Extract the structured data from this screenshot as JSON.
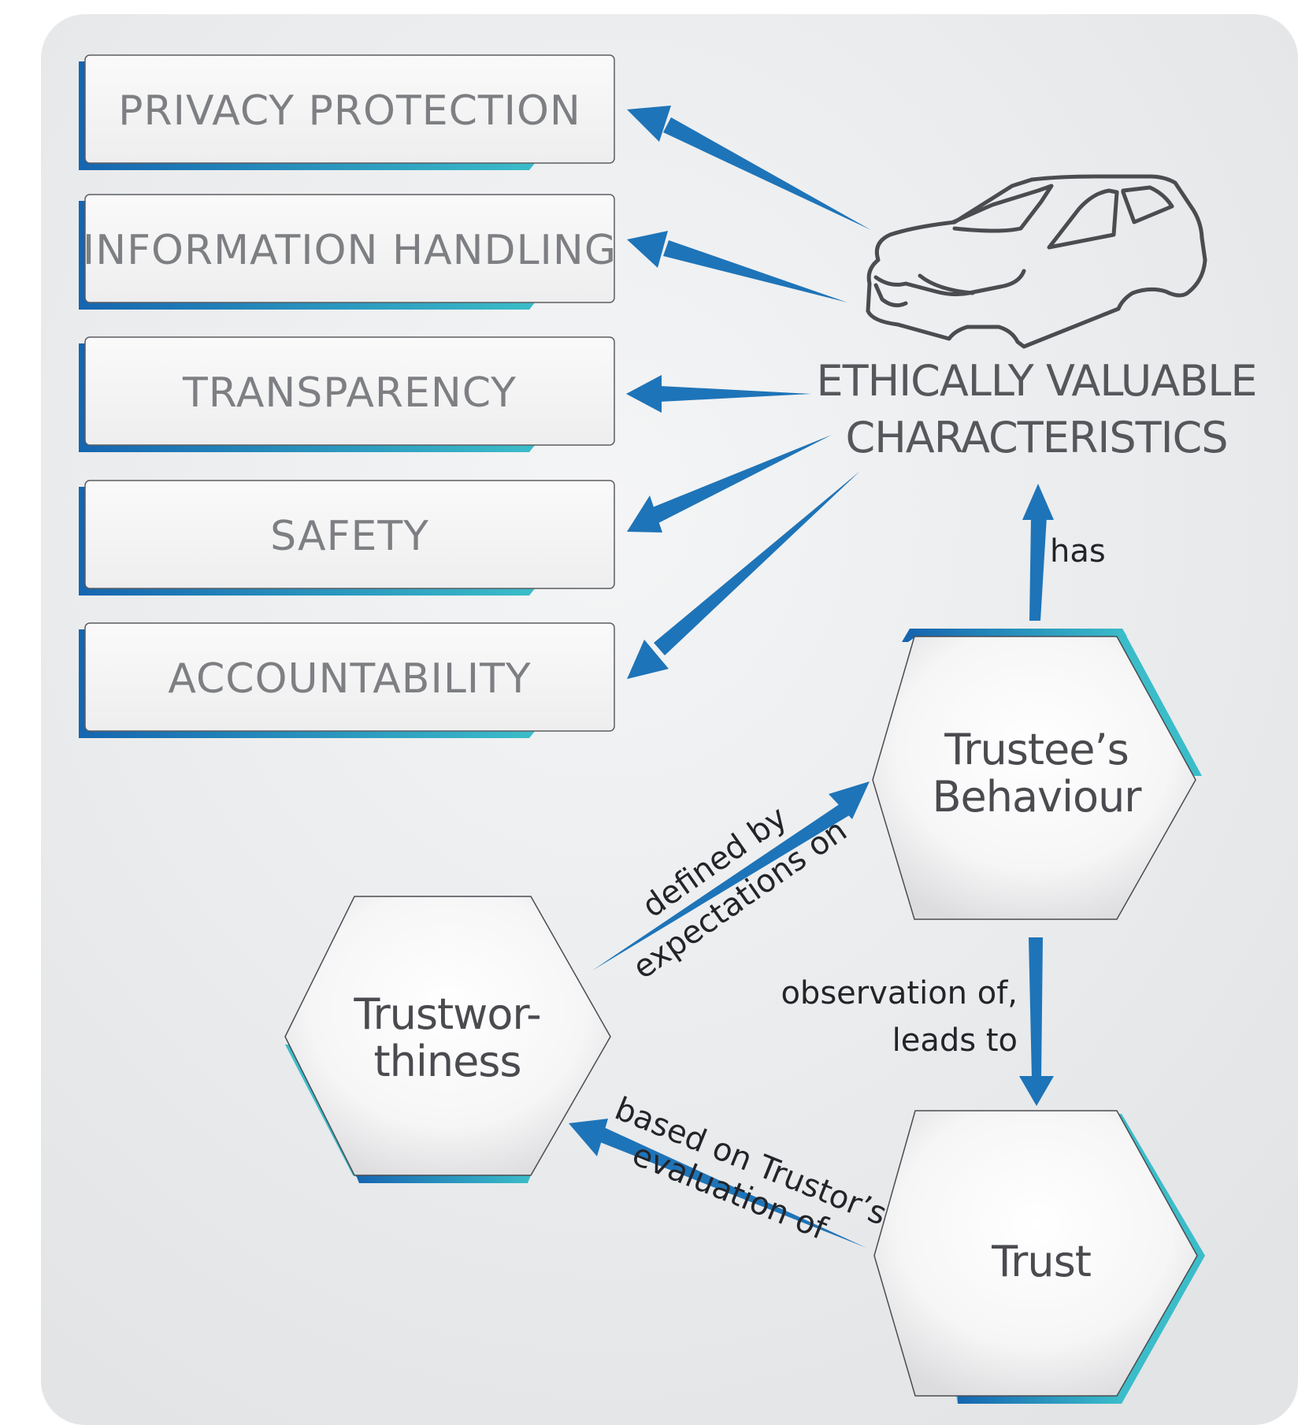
{
  "colors": {
    "panel": "#e6e8ea",
    "box_fill": "#f7f7f8",
    "accent_dark": "#1565b0",
    "accent_light": "#3bbdc9",
    "arrow": "#1e74b8",
    "car_stroke": "#4b4c50"
  },
  "characteristics": [
    {
      "label": "PRIVACY PROTECTION"
    },
    {
      "label": "INFORMATION HANDLING"
    },
    {
      "label": "TRANSPARENCY"
    },
    {
      "label": "SAFETY"
    },
    {
      "label": "ACCOUNTABILITY"
    }
  ],
  "ethical_characteristics": {
    "line1": "ETHICALLY VALUABLE",
    "line2": "CHARACTERISTICS",
    "icon": "car-icon"
  },
  "nodes": {
    "trustees_behaviour": {
      "line1": "Trustee’s",
      "line2": "Behaviour"
    },
    "trustworthiness": {
      "line1": "Trustwor-",
      "line2": "thiness"
    },
    "trust": {
      "line1": "Trust"
    }
  },
  "relations": {
    "has": "has",
    "defined_by": {
      "line1": "defined by",
      "line2": "expectations on"
    },
    "observation_of": {
      "line1": "observation of,",
      "line2": "leads to"
    },
    "based_on": {
      "line1": "based on Trustor’s",
      "line2": "evaluation of"
    }
  }
}
